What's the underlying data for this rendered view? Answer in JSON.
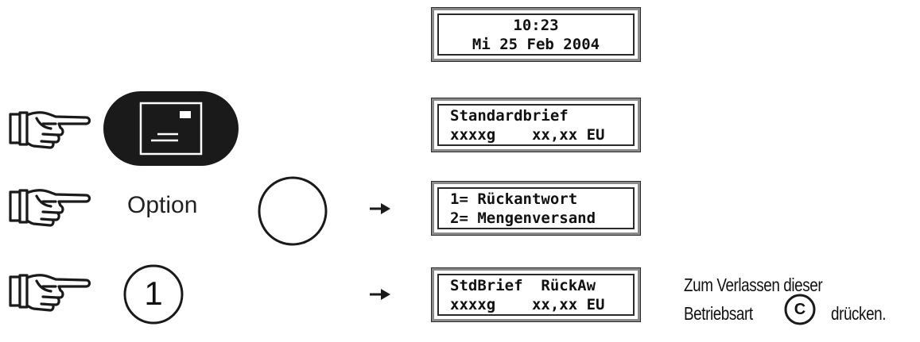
{
  "displays": {
    "clock": {
      "line1": "10:23",
      "line2": "Mi 25 Feb 2004"
    },
    "standard": {
      "line1": "Standardbrief",
      "line2": "xxxxg    xx,xx EU"
    },
    "option": {
      "line1": "1= Rückantwort",
      "line2": "2= Mengenversand"
    },
    "reply": {
      "line1": "StdBrief  RückAw",
      "line2": "xxxxg    xx,xx EU"
    }
  },
  "steps": {
    "option_label": "Option",
    "number_key_label": "1"
  },
  "note": {
    "line1": "Zum Verlassen dieser",
    "line2_before": "Betriebsart",
    "key_label": "C",
    "line2_after": "drücken."
  },
  "icons": {
    "hand": "pointing-hand-icon",
    "letter": "letter-envelope-icon",
    "arrow": "right-arrow-icon",
    "option_key": "round-key-icon"
  },
  "colors": {
    "lcd_border": "#8a8a8a",
    "key_fill": "#1a1a1a",
    "text": "#1a1a1a"
  }
}
